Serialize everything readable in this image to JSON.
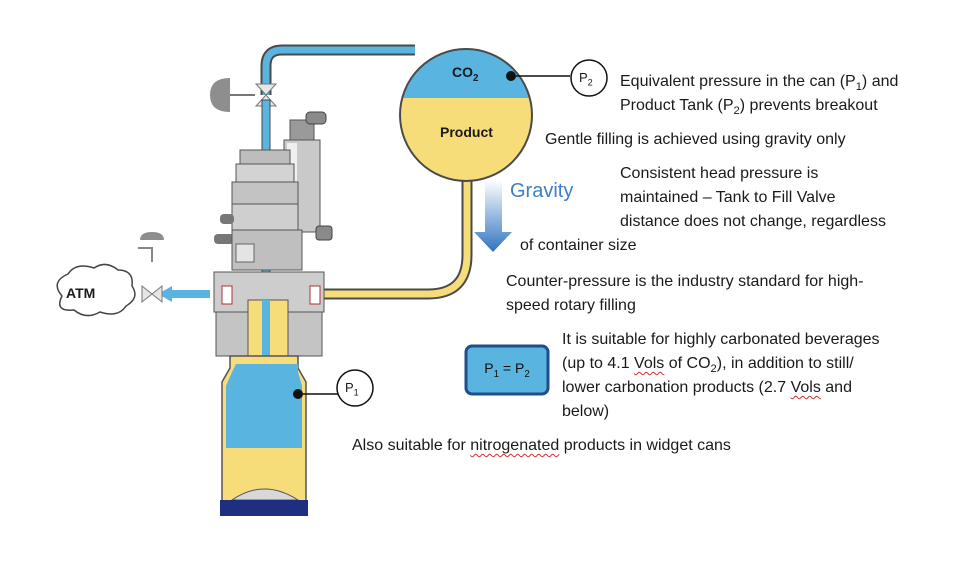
{
  "diagram": {
    "tank": {
      "gas_label": "CO",
      "gas_sub": "2",
      "liquid_label": "Product"
    },
    "atm_label": "ATM",
    "gravity_label": "Gravity",
    "gauge_tank": {
      "letter": "P",
      "sub": "2"
    },
    "gauge_can": {
      "letter": "P",
      "sub": "1"
    },
    "equation": {
      "left": "P",
      "left_sub": "1",
      "eq": "=",
      "right": "P",
      "right_sub": "2"
    },
    "colors": {
      "co2_blue": "#5ab4e0",
      "product_yellow": "#f7dc7a",
      "base_navy": "#1f2f7f",
      "gravity_blue": "#3d7fc8"
    }
  },
  "notes": {
    "n1_a": "Equivalent pressure in the can (P",
    "n1_sub1": "1",
    "n1_b": ") and",
    "n1_c": "Product Tank (P",
    "n1_sub2": "2",
    "n1_d": ") prevents breakout",
    "n2": "Gentle filling is achieved using gravity only",
    "n3_l1": "Consistent head pressure is",
    "n3_l2": "maintained – Tank to Fill Valve",
    "n3_l3": "distance does not change, regardless",
    "n3_l4": "of container size",
    "n4_l1": "Counter-pressure is the industry standard for high-",
    "n4_l2": "speed rotary filling",
    "n5_l1": "It is suitable for highly carbonated beverages",
    "n5_l2a": "(up to 4.1 ",
    "n5_l2b": "Vols",
    "n5_l2c": " of CO",
    "n5_l2sub": "2",
    "n5_l2d": "), in addition to still/",
    "n5_l3a": "lower carbonation products (2.7 ",
    "n5_l3b": "Vols",
    "n5_l3c": " and",
    "n5_l4": "below)",
    "n6a": "Also suitable for ",
    "n6b": "nitrogenated",
    "n6c": " products in widget cans"
  }
}
